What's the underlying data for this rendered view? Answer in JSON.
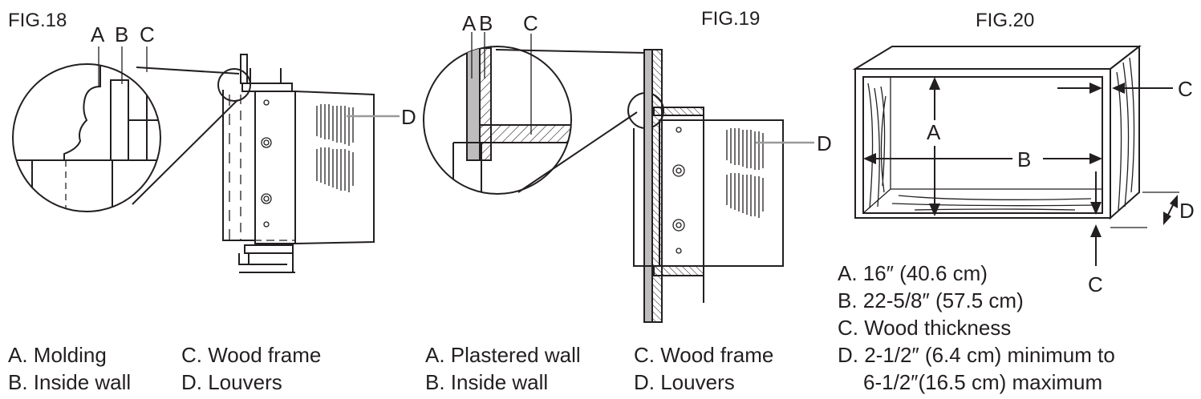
{
  "figures": [
    {
      "title": "FIG.18",
      "callouts": [
        "A",
        "B",
        "C",
        "D"
      ],
      "legend": {
        "col1": [
          "A. Molding",
          "B. Inside wall"
        ],
        "col2": [
          "C. Wood frame",
          "D. Louvers"
        ]
      }
    },
    {
      "title": "FIG.19",
      "callouts": [
        "A",
        "B",
        "C",
        "D"
      ],
      "legend": {
        "col1": [
          "A. Plastered wall",
          "B. Inside wall"
        ],
        "col2": [
          "C. Wood frame",
          "D. Louvers"
        ]
      }
    },
    {
      "title": "FIG.20",
      "callouts": [
        "A",
        "B",
        "C",
        "C",
        "D"
      ],
      "legend": [
        "A. 16″ (40.6 cm)",
        "B. 22-5/8″ (57.5 cm)",
        "C. Wood thickness",
        "D. 2-1/2″ (6.4 cm) minimum to",
        "6-1/2″(16.5 cm) maximum"
      ]
    }
  ],
  "colors": {
    "ink": "#231f20",
    "leader": "#9a9a9a",
    "fill_gray": "#bdbdbd"
  }
}
